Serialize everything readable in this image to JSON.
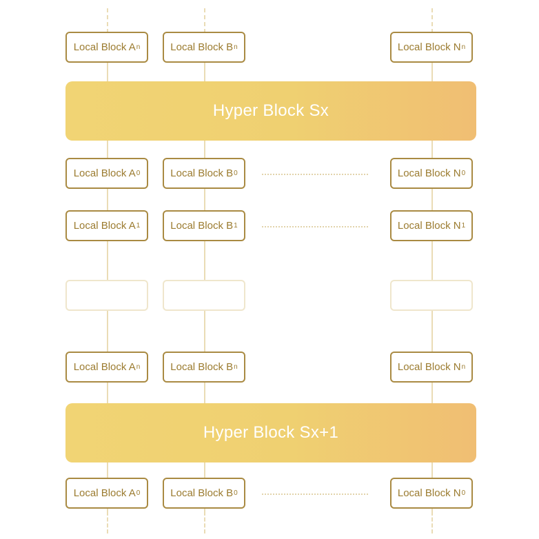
{
  "hyper_blocks": {
    "top": "Hyper Block Sx",
    "bottom": "Hyper Block Sx+1"
  },
  "rows": {
    "row1": [
      {
        "text": "Local Block A",
        "sub": "n"
      },
      {
        "text": "Local Block B",
        "sub": "n"
      },
      {
        "text": "Local Block N",
        "sub": "n"
      }
    ],
    "row2": [
      {
        "text": "Local Block A",
        "sub": "0"
      },
      {
        "text": "Local Block B",
        "sub": "0"
      },
      {
        "text": "Local Block N",
        "sub": "0"
      }
    ],
    "row3": [
      {
        "text": "Local Block A",
        "sub": "1"
      },
      {
        "text": "Local Block B",
        "sub": "1"
      },
      {
        "text": "Local Block N",
        "sub": "1"
      }
    ],
    "row5": [
      {
        "text": "Local Block A",
        "sub": "n"
      },
      {
        "text": "Local Block B",
        "sub": "n"
      },
      {
        "text": "Local Block N",
        "sub": "n"
      }
    ],
    "row6": [
      {
        "text": "Local Block A",
        "sub": "0"
      },
      {
        "text": "Local Block B",
        "sub": "0"
      },
      {
        "text": "Local Block N",
        "sub": "0"
      }
    ]
  },
  "colors": {
    "block_border": "#a98a42",
    "block_text": "#9b7b2f",
    "connector": "#eadcb5",
    "hyper_gradient_start": "#f1d474",
    "hyper_gradient_end": "#f0be73"
  }
}
